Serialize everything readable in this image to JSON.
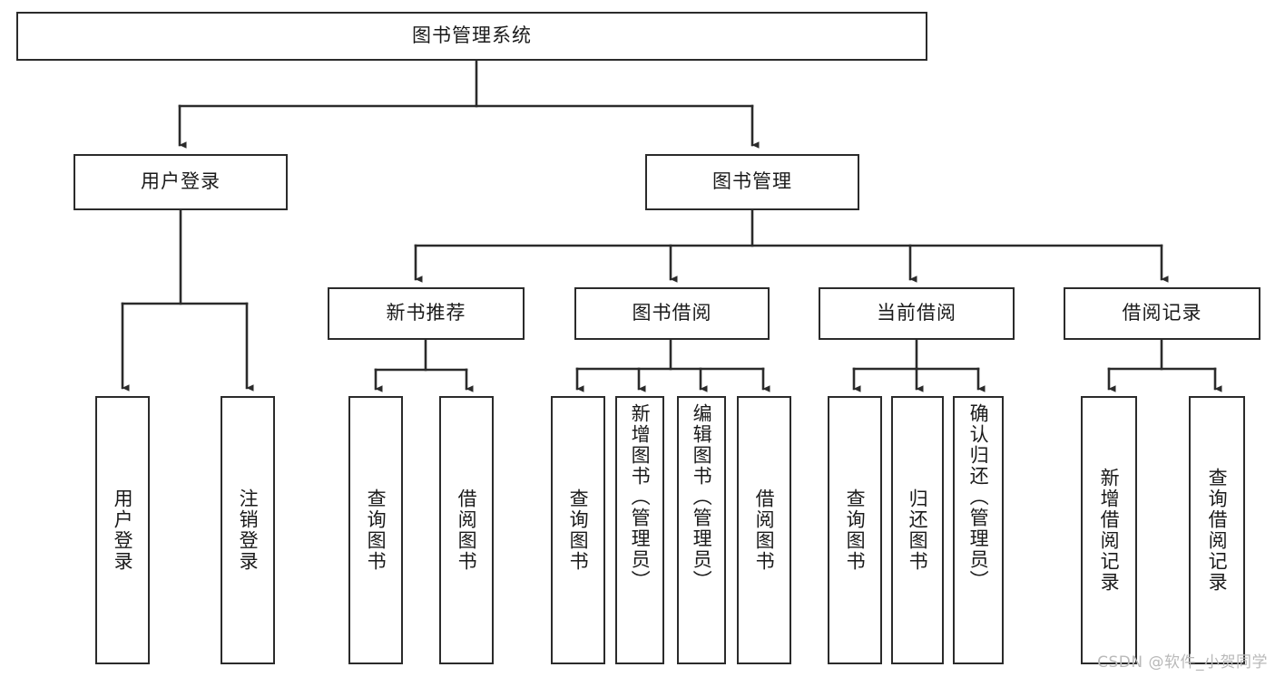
{
  "diagram": {
    "title": "图书管理系统",
    "type": "tree-hierarchy-diagram",
    "stroke_color": "#2b2b2b",
    "fill_color": "#ffffff",
    "text_color": "#1a1a1a"
  },
  "nodes": {
    "root": {
      "label": "图书管理系统"
    },
    "level2": [
      {
        "label": "用户登录"
      },
      {
        "label": "图书管理"
      }
    ],
    "level3": [
      {
        "label": "新书推荐"
      },
      {
        "label": "图书借阅"
      },
      {
        "label": "当前借阅"
      },
      {
        "label": "借阅记录"
      }
    ],
    "leaves": {
      "user_login": [
        {
          "label": "用户登录"
        },
        {
          "label": "注销登录"
        }
      ],
      "new_book_recommend": [
        {
          "label": "查询图书"
        },
        {
          "label": "借阅图书"
        }
      ],
      "book_borrow": [
        {
          "label": "查询图书"
        },
        {
          "label": "新增图书（管理员）"
        },
        {
          "label": "编辑图书（管理员）"
        },
        {
          "label": "借阅图书"
        }
      ],
      "current_borrow": [
        {
          "label": "查询图书"
        },
        {
          "label": "归还图书"
        },
        {
          "label": "确认归还（管理员）"
        }
      ],
      "borrow_record": [
        {
          "label": "新增借阅记录"
        },
        {
          "label": "查询借阅记录"
        }
      ]
    }
  },
  "watermark": {
    "text": "CSDN @软件_小贺同学"
  }
}
